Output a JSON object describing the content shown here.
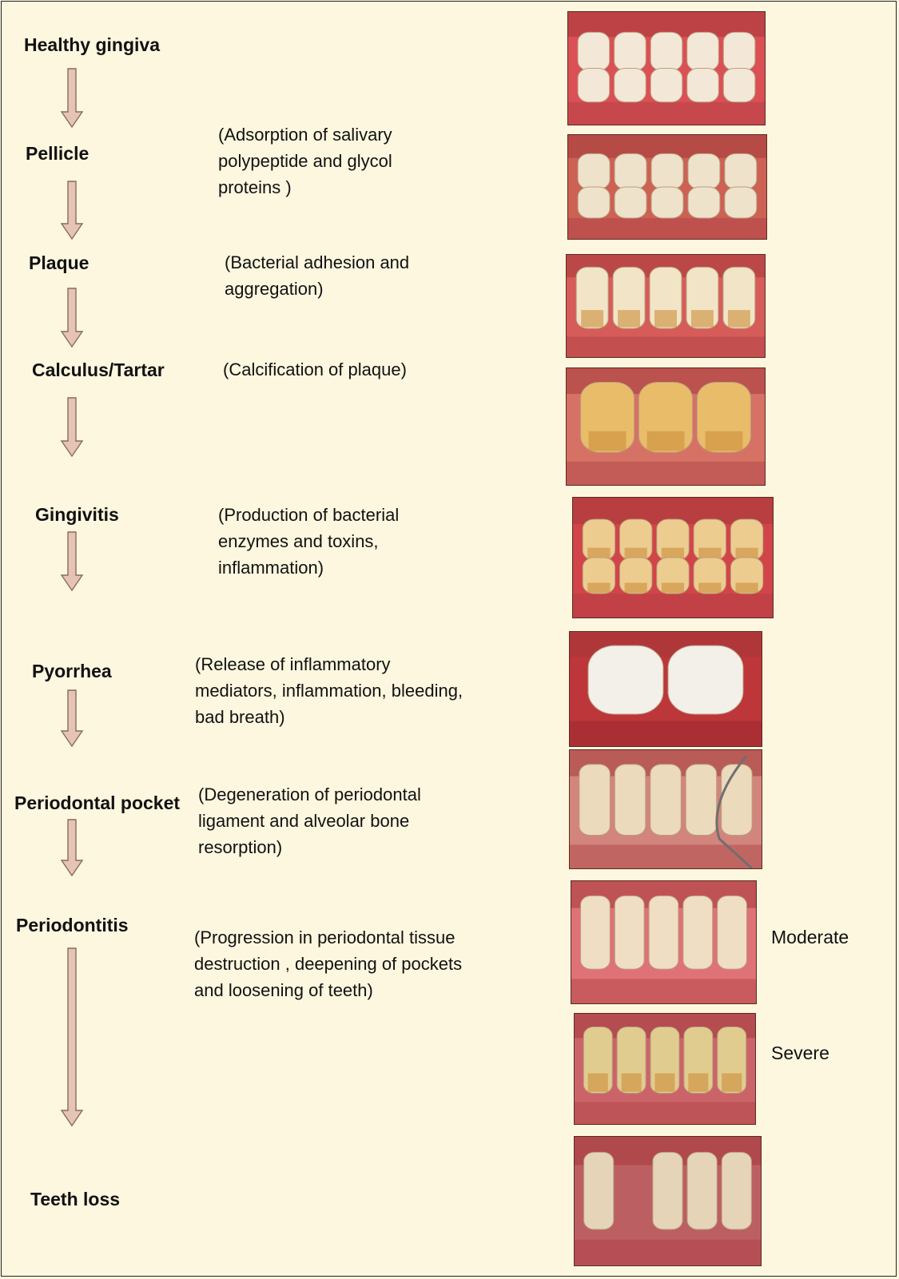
{
  "stages": [
    {
      "label": "Healthy gingiva",
      "desc": ""
    },
    {
      "label": "Pellicle",
      "desc": "(Adsorption of salivary\npolypeptide  and glycol\nproteins )"
    },
    {
      "label": "Plaque",
      "desc": "(Bacterial adhesion and\naggregation)"
    },
    {
      "label": "Calculus/Tartar",
      "desc": "(Calcification of plaque)"
    },
    {
      "label": "Gingivitis",
      "desc": "(Production of bacterial\nenzymes and toxins,\ninflammation)"
    },
    {
      "label": "Pyorrhea",
      "desc": "(Release of inflammatory\nmediators, inflammation, bleeding,\nbad breath)"
    },
    {
      "label": "Periodontal pocket",
      "desc": "(Degeneration of periodontal\nligament and alveolar bone\nresorption)"
    },
    {
      "label": "Periodontitis",
      "desc": "(Progression in periodontal tissue\ndestruction , deepening of pockets\nand loosening of teeth)"
    },
    {
      "label": "Teeth loss",
      "desc": ""
    }
  ],
  "severity": {
    "moderate": "Moderate",
    "severe": "Severe"
  },
  "colors": {
    "background": "#fdf7df",
    "arrow_fill": "#e6c4b4",
    "arrow_stroke": "#8a6a5e",
    "gum": "#d2484a",
    "tooth": "#f2e6cf"
  },
  "photos": [
    "healthy-teeth-photo",
    "pellicle-teeth-photo",
    "plaque-teeth-photo",
    "calculus-teeth-photo",
    "gingivitis-teeth-photo",
    "pyorrhea-teeth-photo",
    "periodontal-pocket-teeth-photo",
    "periodontitis-moderate-teeth-photo",
    "periodontitis-severe-teeth-photo",
    "teeth-loss-photo"
  ]
}
